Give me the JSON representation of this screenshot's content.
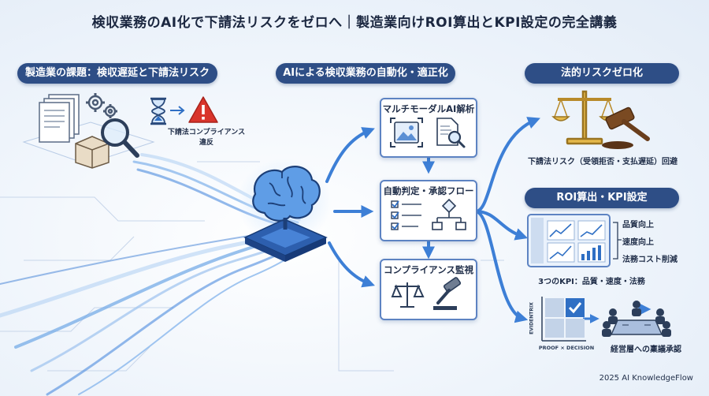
{
  "title": "検収業務のAI化で下請法リスクをゼロへ｜製造業向けROI算出とKPI設定の完全講義",
  "left": {
    "pill": "製造業の課題：検収遅延と下請法リスク",
    "warning_label": "下請法コンプライアンス\n違反"
  },
  "middle": {
    "pill": "AIによる検収業務の自動化・適正化",
    "cards": [
      {
        "title": "マルチモーダルAI解析"
      },
      {
        "title": "自動判定・承認フロー"
      },
      {
        "title": "コンプライアンス監視"
      }
    ]
  },
  "right": {
    "legal_pill": "法的リスクゼロ化",
    "legal_caption": "下請法リスク（受領拒否・支払遅延）回避",
    "roi_pill": "ROI算出・KPI設定",
    "kpis": [
      "品質向上",
      "速度向上",
      "法務コスト削減"
    ],
    "kpi_caption": "3つのKPI：品質・速度・法務",
    "matrix_y_label": "EVIDENTRIX",
    "matrix_x_label": "PROOF × DECISION",
    "approval_caption": "経営層への稟議承認"
  },
  "footer": "2025 AI KnowledgeFlow",
  "colors": {
    "accent": "#2e4e86",
    "card_border": "#5d83c2",
    "warning": "#d9342b",
    "flow": "#3d7fd6"
  }
}
